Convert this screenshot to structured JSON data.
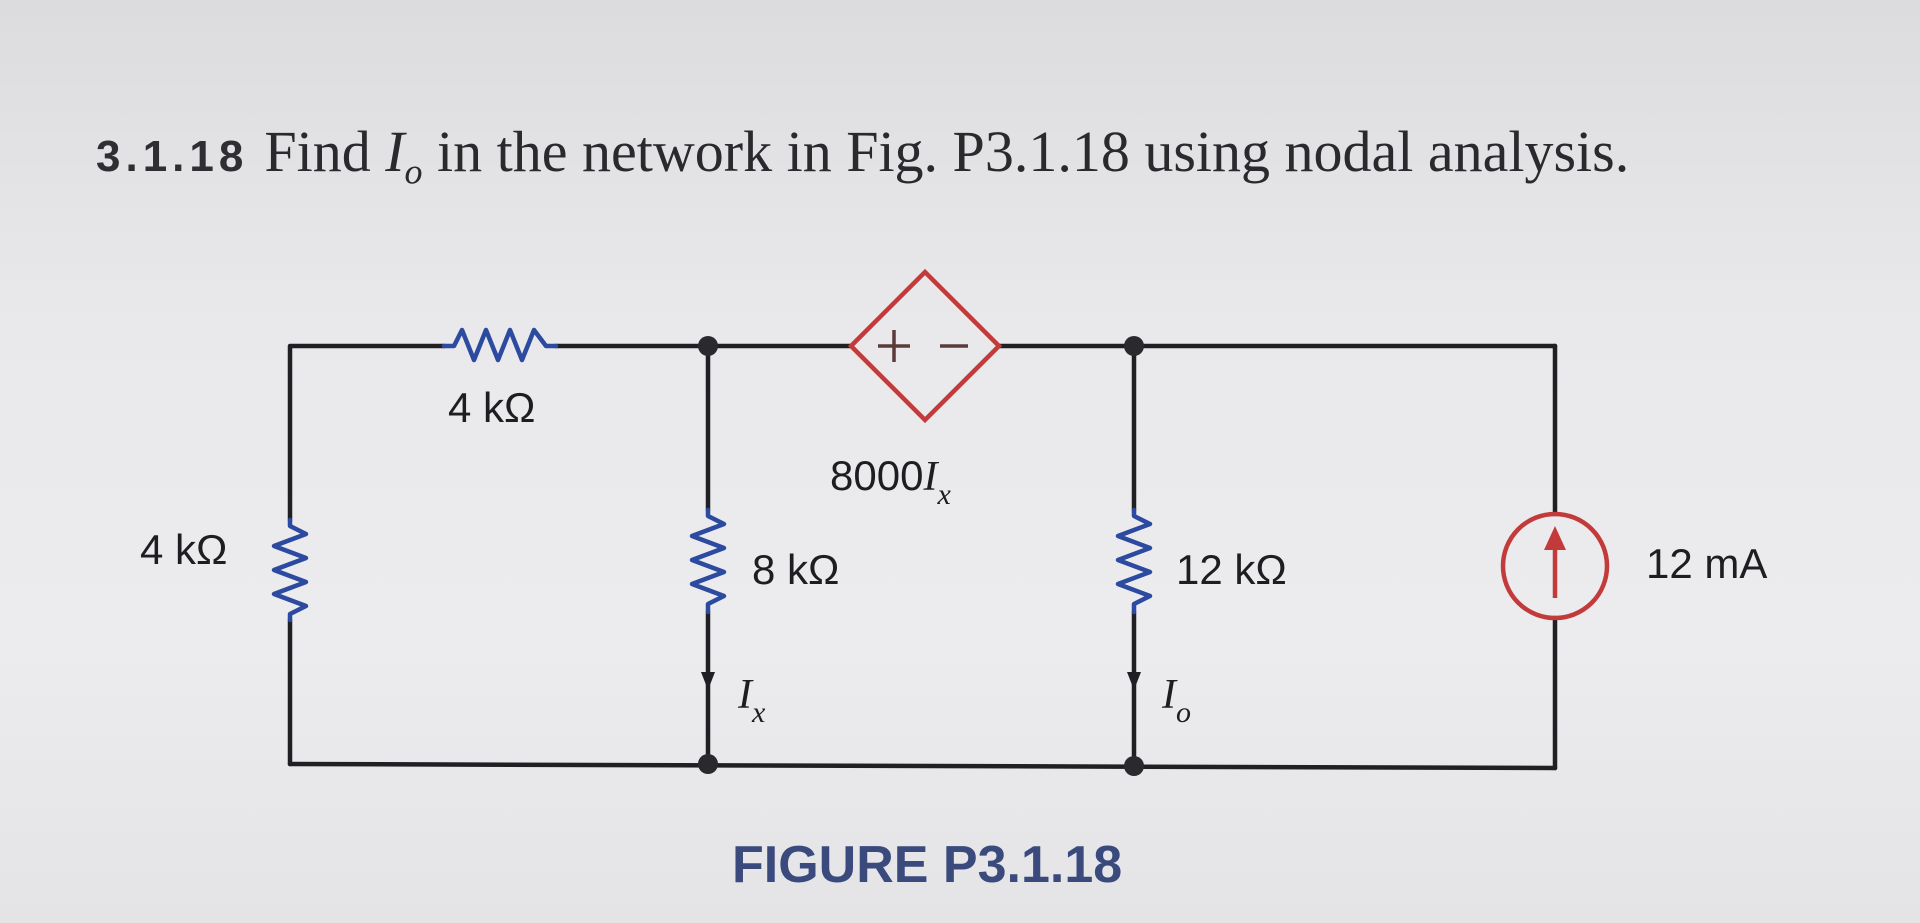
{
  "problem": {
    "number": "3.1.18",
    "text_before": "Find ",
    "var_main": "I",
    "var_sub": "o",
    "text_after": " in the network in Fig. P3.1.18 using nodal analysis."
  },
  "circuit": {
    "r_top_left": "4 kΩ",
    "r_left": "4 kΩ",
    "r_middle": "8 kΩ",
    "r_right": "12 kΩ",
    "source_label": "12 mA",
    "dep_source": {
      "coef": "8000",
      "var_main": "I",
      "var_sub": "x"
    },
    "current_ix": {
      "main": "I",
      "sub": "x"
    },
    "current_io": {
      "main": "I",
      "sub": "o"
    }
  },
  "figure_caption": "FIGURE P3.1.18",
  "colors": {
    "wire": "#1f1f24",
    "resistor": "#2b4aa0",
    "source": "#c33a3a",
    "caption": "#3b4a7c",
    "text": "#2a2a2e"
  }
}
